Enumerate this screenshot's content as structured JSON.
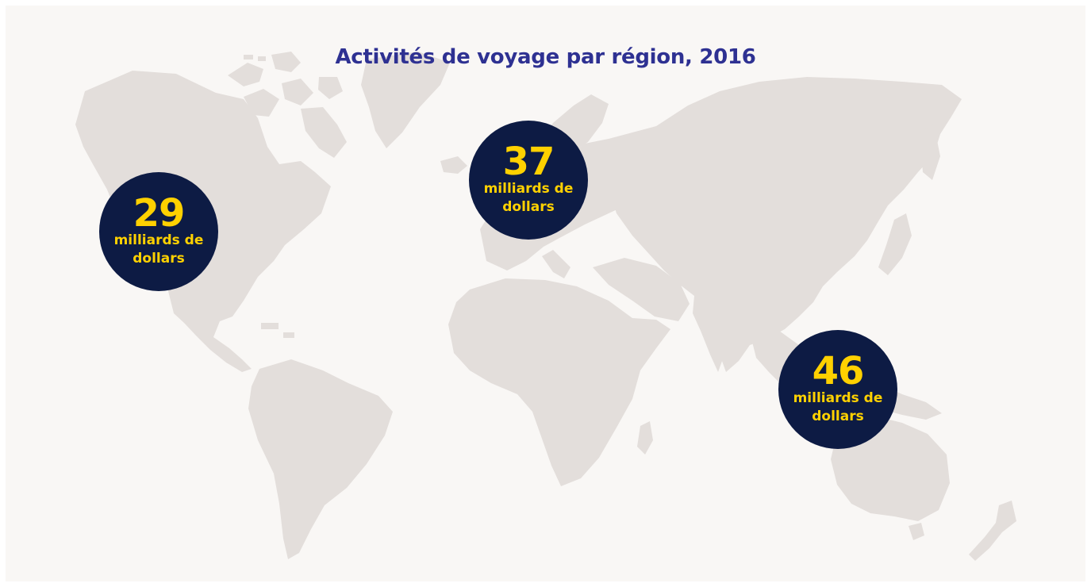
{
  "title": "Activités de voyage par région, 2016",
  "colors": {
    "background": "#f9f7f5",
    "land": "#e3dedb",
    "title": "#2e3192",
    "bubble_fill": "#0d1b44",
    "bubble_text": "#ffd100"
  },
  "regions": [
    {
      "id": "north-america",
      "value": "29",
      "unit": "milliards de dollars"
    },
    {
      "id": "europe",
      "value": "37",
      "unit": "milliards de dollars"
    },
    {
      "id": "asia-pacific",
      "value": "46",
      "unit": "milliards de dollars"
    }
  ]
}
